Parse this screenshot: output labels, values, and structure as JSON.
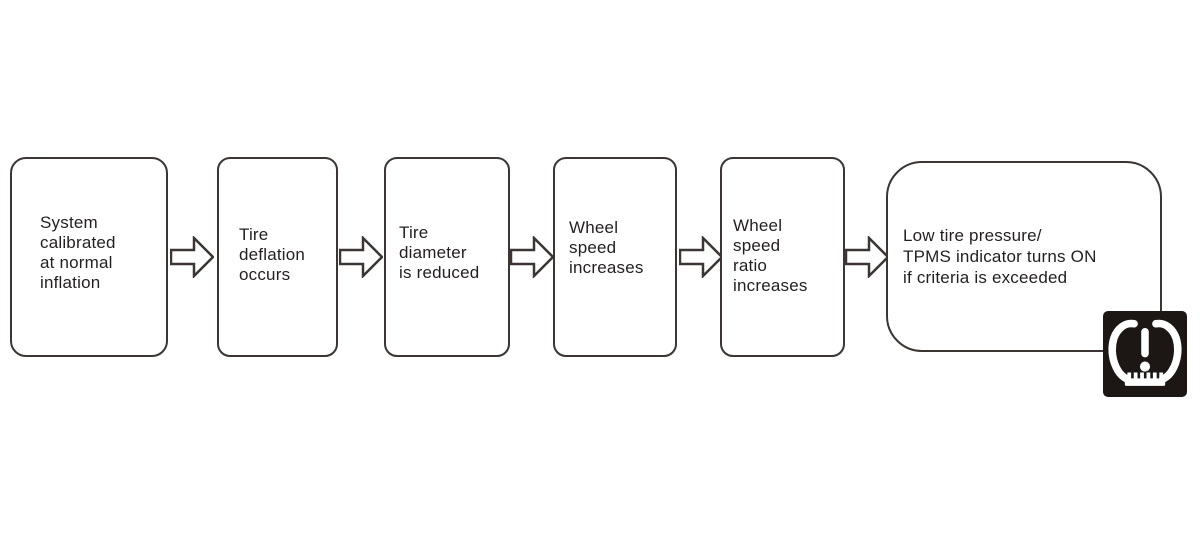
{
  "diagram": {
    "title_semantic": "TPMS low tire pressure detection flow",
    "background_color": "#ffffff",
    "box_border_color": "#3b3533",
    "text_color": "#231f20",
    "arrow_fill_color": "#ffffff",
    "arrow_outline_color": "#3b3533",
    "steps": [
      {
        "lines": [
          "System",
          "calibrated",
          "at normal",
          "inflation"
        ]
      },
      {
        "lines": [
          "Tire",
          "deflation",
          "occurs"
        ]
      },
      {
        "lines": [
          "Tire",
          "diameter",
          "is reduced"
        ]
      },
      {
        "lines": [
          "Wheel",
          "speed",
          "increases"
        ]
      },
      {
        "lines": [
          "Wheel",
          "speed",
          "ratio",
          "increases"
        ]
      },
      {
        "lines": [
          "Low tire pressure/",
          "TPMS indicator turns ON",
          "if criteria is exceeded"
        ]
      }
    ],
    "tpms_icon": {
      "name": "tpms-warning-icon",
      "background_color": "#1c1714",
      "glyph_color": "#ffffff",
      "description": "flat tire cross-section with exclamation mark"
    }
  }
}
